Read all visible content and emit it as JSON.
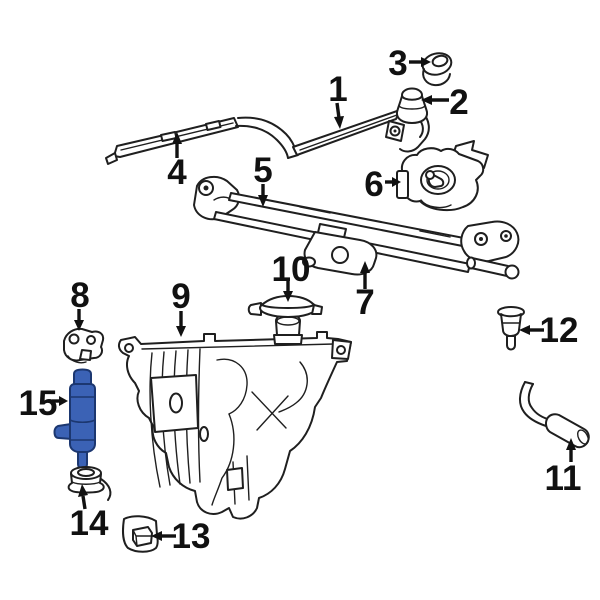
{
  "diagram": {
    "type": "exploded-parts-diagram",
    "subject": "Windshield wiper and washer components",
    "background_color": "#ffffff",
    "line_color": "#1f1f1f",
    "label_color": "#111111",
    "highlight": {
      "fill": "#3b62b5",
      "stroke": "#1c3770",
      "applies_to_callout": "15"
    },
    "callouts": [
      {
        "number": "1",
        "part": "wiper-arm"
      },
      {
        "number": "2",
        "part": "pivot-cap"
      },
      {
        "number": "3",
        "part": "pivot-grommet"
      },
      {
        "number": "4",
        "part": "wiper-blade"
      },
      {
        "number": "5",
        "part": "linkage-rod"
      },
      {
        "number": "6",
        "part": "wiper-motor"
      },
      {
        "number": "7",
        "part": "wiper-linkage-assembly"
      },
      {
        "number": "8",
        "part": "reservoir-bracket"
      },
      {
        "number": "9",
        "part": "washer-reservoir"
      },
      {
        "number": "10",
        "part": "reservoir-cap"
      },
      {
        "number": "11",
        "part": "washer-hose"
      },
      {
        "number": "12",
        "part": "washer-nozzle"
      },
      {
        "number": "13",
        "part": "lower-bracket"
      },
      {
        "number": "14",
        "part": "pump-grommet"
      },
      {
        "number": "15",
        "part": "washer-pump",
        "highlighted": true
      }
    ]
  }
}
